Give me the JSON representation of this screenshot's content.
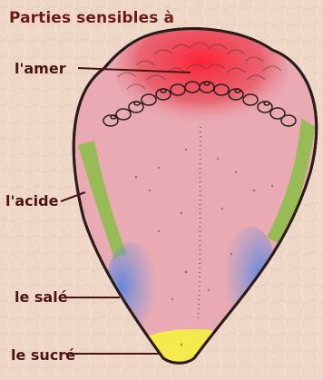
{
  "title": "Parties sensibles à",
  "labels": {
    "amer": "l'amer",
    "acide": "l'acide",
    "sale": "le salé",
    "sucre": "le sucré"
  },
  "colors": {
    "background": "#efd7c8",
    "tongue": "#e9aab3",
    "amer": "#e8283c",
    "acide": "#8ebc4a",
    "sale": "#6f8fd8",
    "sucre": "#f3ea4c",
    "outline": "#2a1c1a",
    "label_text": "#4a1410"
  }
}
